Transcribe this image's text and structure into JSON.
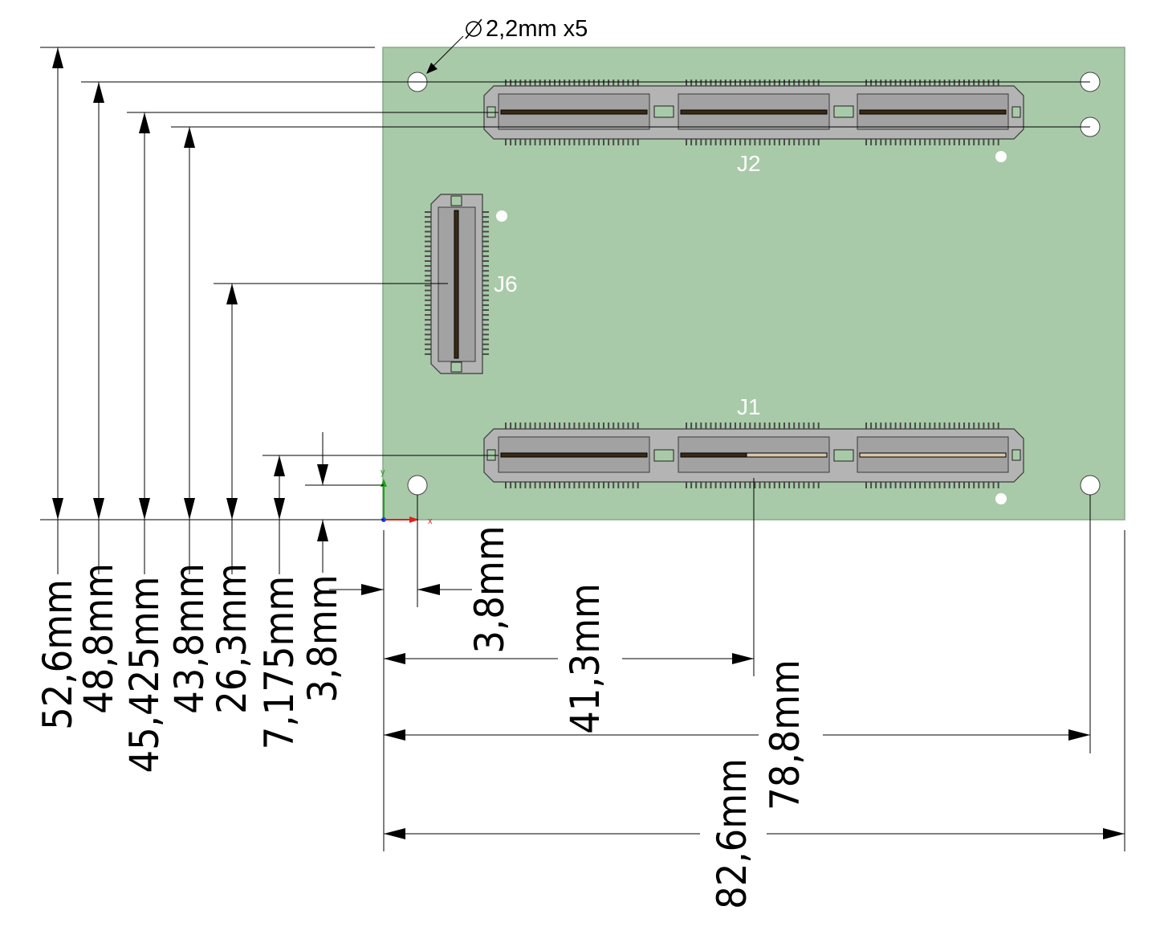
{
  "colors": {
    "board": "#a8caa8",
    "board_outline": "#8aa88a",
    "connector_body": "#b4b4b4",
    "connector_outline": "#3a3a3a",
    "dimension_lines": "#000000",
    "silkscreen": "#ffffff",
    "axis_x": "#e02020",
    "axis_y": "#20a020",
    "axis_origin": "#2040e0"
  },
  "icons": {
    "diameter_symbol": "diameter-symbol-icon",
    "axis_triad": "coordinate-axis-icon"
  },
  "hole_note": {
    "symbol": "∅",
    "text": "2,2mm x5"
  },
  "labels": {
    "j1": "J1",
    "j2": "J2",
    "j6": "J6",
    "axis_x": "x",
    "axis_y": "y"
  },
  "dimensions": {
    "vertical": [
      {
        "id": "v1",
        "text": "52,6mm"
      },
      {
        "id": "v2",
        "text": "48,8mm"
      },
      {
        "id": "v3",
        "text": "45,425mm"
      },
      {
        "id": "v4",
        "text": "43,8mm"
      },
      {
        "id": "v5",
        "text": "26,3mm"
      },
      {
        "id": "v6",
        "text": "7,175mm"
      },
      {
        "id": "v7",
        "text": "3,8mm"
      }
    ],
    "horizontal": [
      {
        "id": "h1",
        "text": "3,8mm"
      },
      {
        "id": "h2",
        "text": "41,3mm"
      },
      {
        "id": "h3",
        "text": "78,8mm"
      },
      {
        "id": "h4",
        "text": "82,6mm"
      }
    ]
  }
}
